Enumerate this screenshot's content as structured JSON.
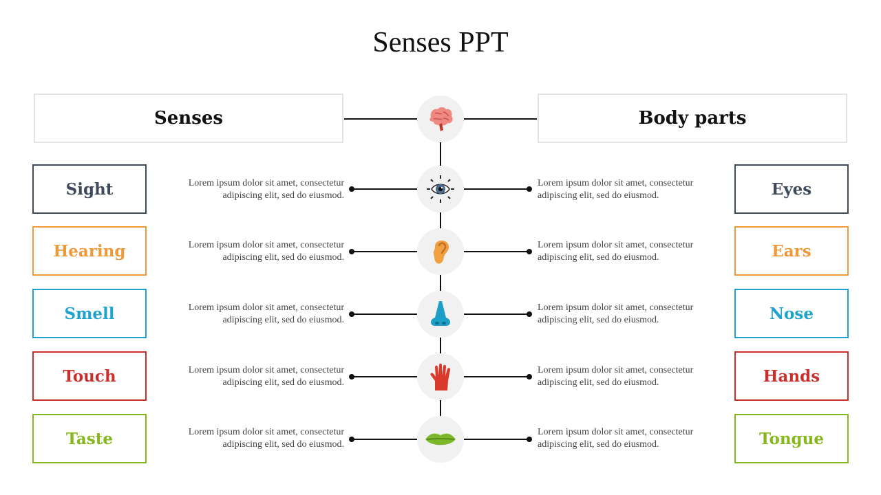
{
  "title": "Senses PPT",
  "headers": {
    "left": "Senses",
    "right": "Body parts"
  },
  "rows": [
    {
      "sense": "Sight",
      "part": "Eyes",
      "color": "#3f4a5c",
      "icon": "eye-icon",
      "left_text": [
        "Lorem ipsum dolor sit amet, consectetur",
        "adipiscing elit, sed do eiusmod."
      ],
      "right_text": [
        "Lorem ipsum dolor sit amet, consectetur",
        "adipiscing elit, sed do eiusmod."
      ]
    },
    {
      "sense": "Hearing",
      "part": "Ears",
      "color": "#ee9a3a",
      "icon": "ear-icon",
      "left_text": [
        "Lorem ipsum dolor sit amet, consectetur",
        "adipiscing elit, sed do eiusmod."
      ],
      "right_text": [
        "Lorem ipsum dolor sit amet, consectetur",
        "adipiscing elit, sed do eiusmod."
      ]
    },
    {
      "sense": "Smell",
      "part": "Nose",
      "color": "#1ea3cc",
      "icon": "nose-icon",
      "left_text": [
        "Lorem ipsum dolor sit amet, consectetur",
        "adipiscing elit, sed do eiusmod."
      ],
      "right_text": [
        "Lorem ipsum dolor sit amet, consectetur",
        "adipiscing elit, sed do eiusmod."
      ]
    },
    {
      "sense": "Touch",
      "part": "Hands",
      "color": "#c9302c",
      "icon": "hand-icon",
      "left_text": [
        "Lorem ipsum dolor sit amet, consectetur",
        "adipiscing elit, sed do eiusmod."
      ],
      "right_text": [
        "Lorem ipsum dolor sit amet, consectetur",
        "adipiscing elit, sed do eiusmod."
      ]
    },
    {
      "sense": "Taste",
      "part": "Tongue",
      "color": "#86b81e",
      "icon": "lips-icon",
      "left_text": [
        "Lorem ipsum dolor sit amet, consectetur",
        "adipiscing elit, sed do eiusmod."
      ],
      "right_text": [
        "Lorem ipsum dolor sit amet, consectetur",
        "adipiscing elit, sed do eiusmod."
      ]
    }
  ],
  "top_icon": "brain-icon"
}
